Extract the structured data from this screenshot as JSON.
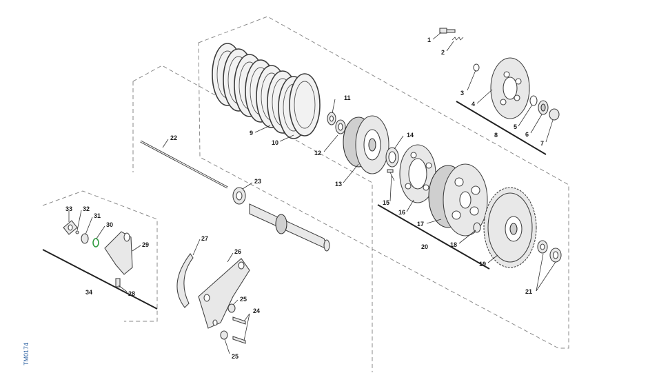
{
  "figure_code": "TM0174",
  "callouts": [
    "1",
    "2",
    "3",
    "4",
    "5",
    "6",
    "7",
    "8",
    "9",
    "10",
    "11",
    "12",
    "13",
    "14",
    "15",
    "16",
    "17",
    "18",
    "19",
    "20",
    "21",
    "22",
    "23",
    "24",
    "25",
    "25",
    "26",
    "27",
    "28",
    "29",
    "30",
    "31",
    "32",
    "33",
    "34"
  ],
  "colors": {
    "line": "#333333",
    "dashed": "#8a8a8a",
    "code": "#2a5fa0",
    "o_ring": "#2e9a3e"
  }
}
